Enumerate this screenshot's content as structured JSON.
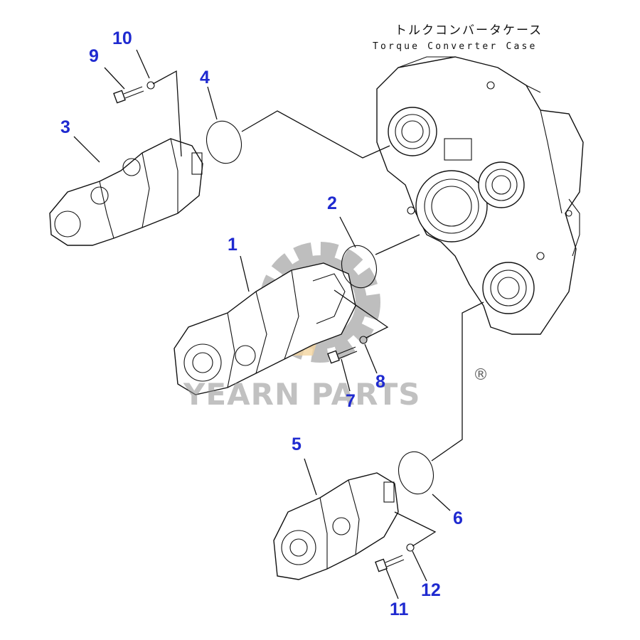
{
  "case_label": {
    "japanese": "トルクコンバータケース",
    "english": "Torque Converter Case"
  },
  "callouts": [
    "1",
    "2",
    "3",
    "4",
    "5",
    "6",
    "7",
    "8",
    "9",
    "10",
    "11",
    "12"
  ],
  "watermark": {
    "text": "YEARN PARTS",
    "registered": "®",
    "gear_color": "#8a8a8a",
    "accent_color": "#e8b050"
  },
  "colors": {
    "callout": "#1f2ad0",
    "line": "#111111"
  }
}
